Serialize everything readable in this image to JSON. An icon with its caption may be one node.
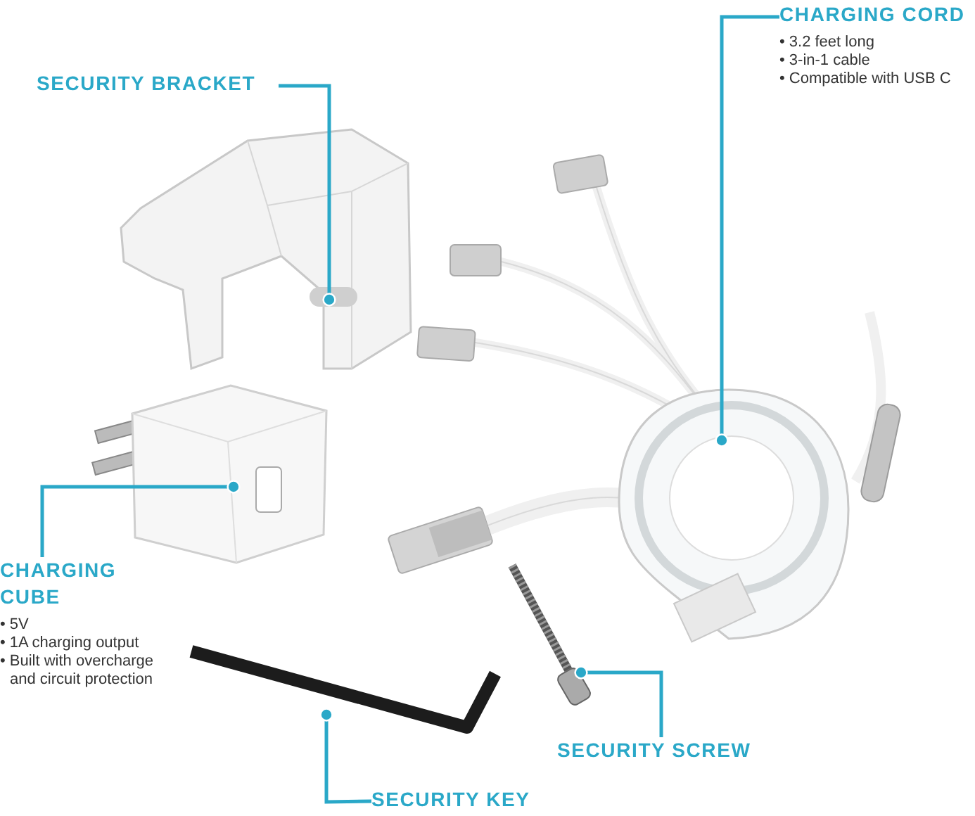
{
  "diagram": {
    "nodes": [
      {
        "text": [
          "SECURITY BRACKET"
        ]
      },
      {
        "text": [],
        "shape": "picture"
      },
      {
        "text": [
          "CHARGING CORD",
          "• 3.2 feet long",
          "• 3-in-1 cable",
          "• Compatible with USB C"
        ]
      },
      {
        "text": [],
        "shape": "picture"
      },
      {
        "text": [
          "CHARGING CUBE",
          "• 5V",
          "• 1A charging output",
          "• Built with overcharge and circuit protection"
        ]
      },
      {
        "text": [],
        "shape": "picture"
      },
      {
        "text": [
          "SECURITY SCREW"
        ]
      },
      {
        "text": [],
        "shape": "picture"
      },
      {
        "text": [
          "SECURITY KEY"
        ]
      },
      {
        "text": [],
        "shape": "picture"
      }
    ],
    "edges": [
      {
        "from": 0,
        "to": 1,
        "arrow": "other"
      },
      {
        "from": 2,
        "to": 3,
        "arrow": "other"
      },
      {
        "from": 4,
        "to": 5,
        "arrow": "other"
      },
      {
        "from": 6,
        "to": 7,
        "arrow": "other"
      },
      {
        "from": 8,
        "to": 9,
        "arrow": "other"
      }
    ]
  }
}
